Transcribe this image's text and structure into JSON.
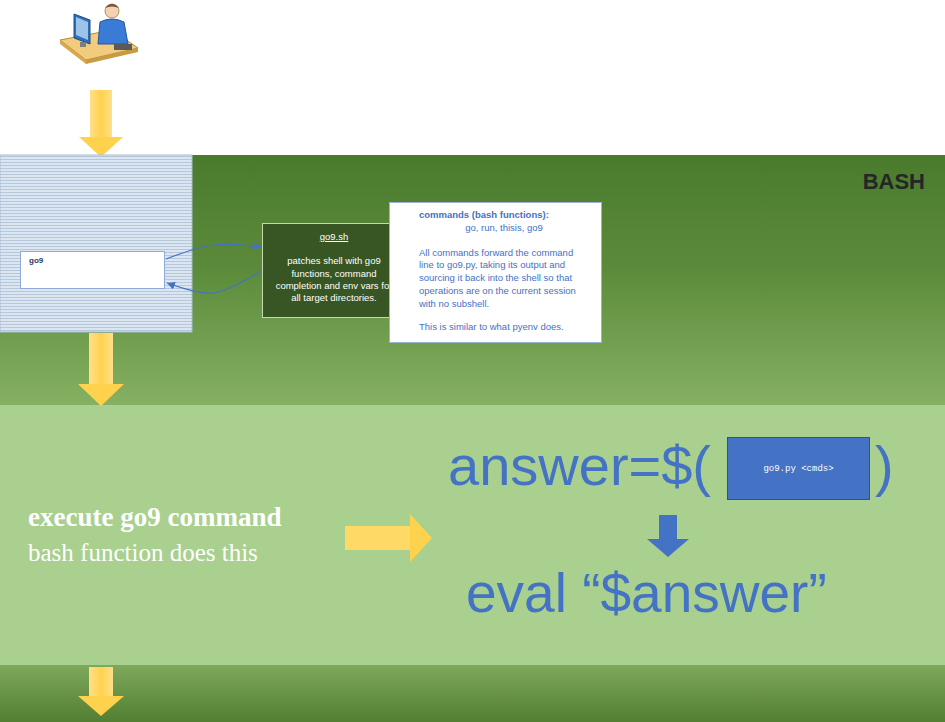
{
  "diagram": {
    "nodes": [
      {
        "text": [
          "BASH"
        ]
      },
      {
        "text": [
          "go9"
        ],
        "in": 0
      },
      {
        "text": [
          "go9.sh",
          "patches shell with go9 functions, command completion and env vars for all target directories."
        ],
        "in": 0
      },
      {
        "text": [
          "commands (bash functions):",
          "go, run, thisis, go9",
          "All commands forward the command line to go9.py, taking its output and sourcing it back into the shell so that operations are on the current session with no subshell.",
          "This is similar to what pyenv does."
        ],
        "in": 0
      },
      {
        "text": [
          "execute go9 command",
          "bash function does this",
          "answer=$(",
          ")",
          "eval “$answer”"
        ]
      },
      {
        "text": [
          "go9.py <cmds>"
        ],
        "in": 4
      }
    ],
    "edges": [
      {
        "from": 1,
        "to": 2,
        "arrow": "to"
      },
      {
        "from": 2,
        "to": 1,
        "arrow": "to"
      }
    ]
  }
}
